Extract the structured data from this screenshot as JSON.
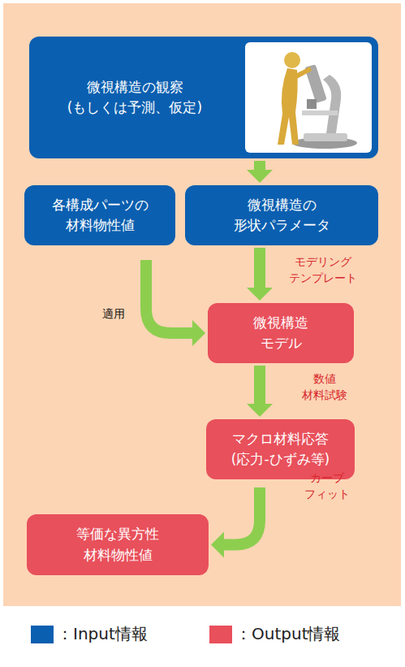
{
  "diagram": {
    "nodes": [
      {
        "text": [
          "微視構造の観察 (もしくは予測、仮定)"
        ]
      },
      {
        "text": [
          "各構成パーツの 材料物性値"
        ]
      },
      {
        "text": [
          "微視構造の 形状パラメータ"
        ]
      },
      {
        "text": [
          "微視構造 モデル"
        ]
      },
      {
        "text": [
          "マクロ材料応答 (応力-ひずみ等)"
        ]
      },
      {
        "text": [
          "等価な異方性 材料物性値"
        ]
      }
    ],
    "edges": [
      {
        "from": 0,
        "to": 2,
        "arrow": "to"
      },
      {
        "from": 2,
        "to": 3,
        "arrow": "to",
        "label": "モデリング テンプレート"
      },
      {
        "from": 1,
        "to": 3,
        "arrow": "to",
        "label": "適用"
      },
      {
        "from": 3,
        "to": 4,
        "arrow": "to",
        "label": "数値 材料試験"
      },
      {
        "from": 4,
        "to": 5,
        "arrow": "to",
        "label": "カーブ フィット"
      }
    ],
    "legend": [
      {
        "text": "：Input情報",
        "color": "#0b5fb0"
      },
      {
        "text": "：Output情報",
        "color": "#e8505b"
      }
    ]
  }
}
